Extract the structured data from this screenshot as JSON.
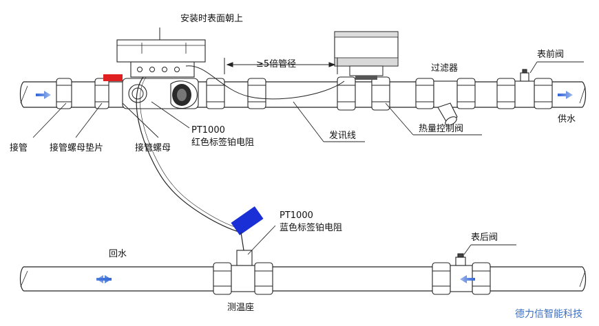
{
  "labels": {
    "install_note": "安装时表面朝上",
    "pipe_diameter": "≥5倍管径",
    "filter": "过滤器",
    "front_valve": "表前阀",
    "supply_water": "供水",
    "connecting_pipe": "接管",
    "nut_gasket": "接管螺母垫片",
    "nut": "接管螺母",
    "pt1000_red_line1": "PT1000",
    "pt1000_red_line2": "红色标签铂电阻",
    "signal_wire": "发讯线",
    "control_valve": "热量控制阀",
    "pt1000_blue_line1": "PT1000",
    "pt1000_blue_line2": "蓝色标签铂电阻",
    "return_water": "回水",
    "rear_valve": "表后阀",
    "temp_seat": "测温座"
  },
  "brand": "德力信智能科技",
  "colors": {
    "red_tag": "#e02020",
    "blue_tag": "#1a2fd6",
    "flow_arrow": "#3a6fd8",
    "brand": "#3a6fc4"
  },
  "icons": [
    "flow-arrow-icon",
    "dimension-arrow-icon"
  ]
}
